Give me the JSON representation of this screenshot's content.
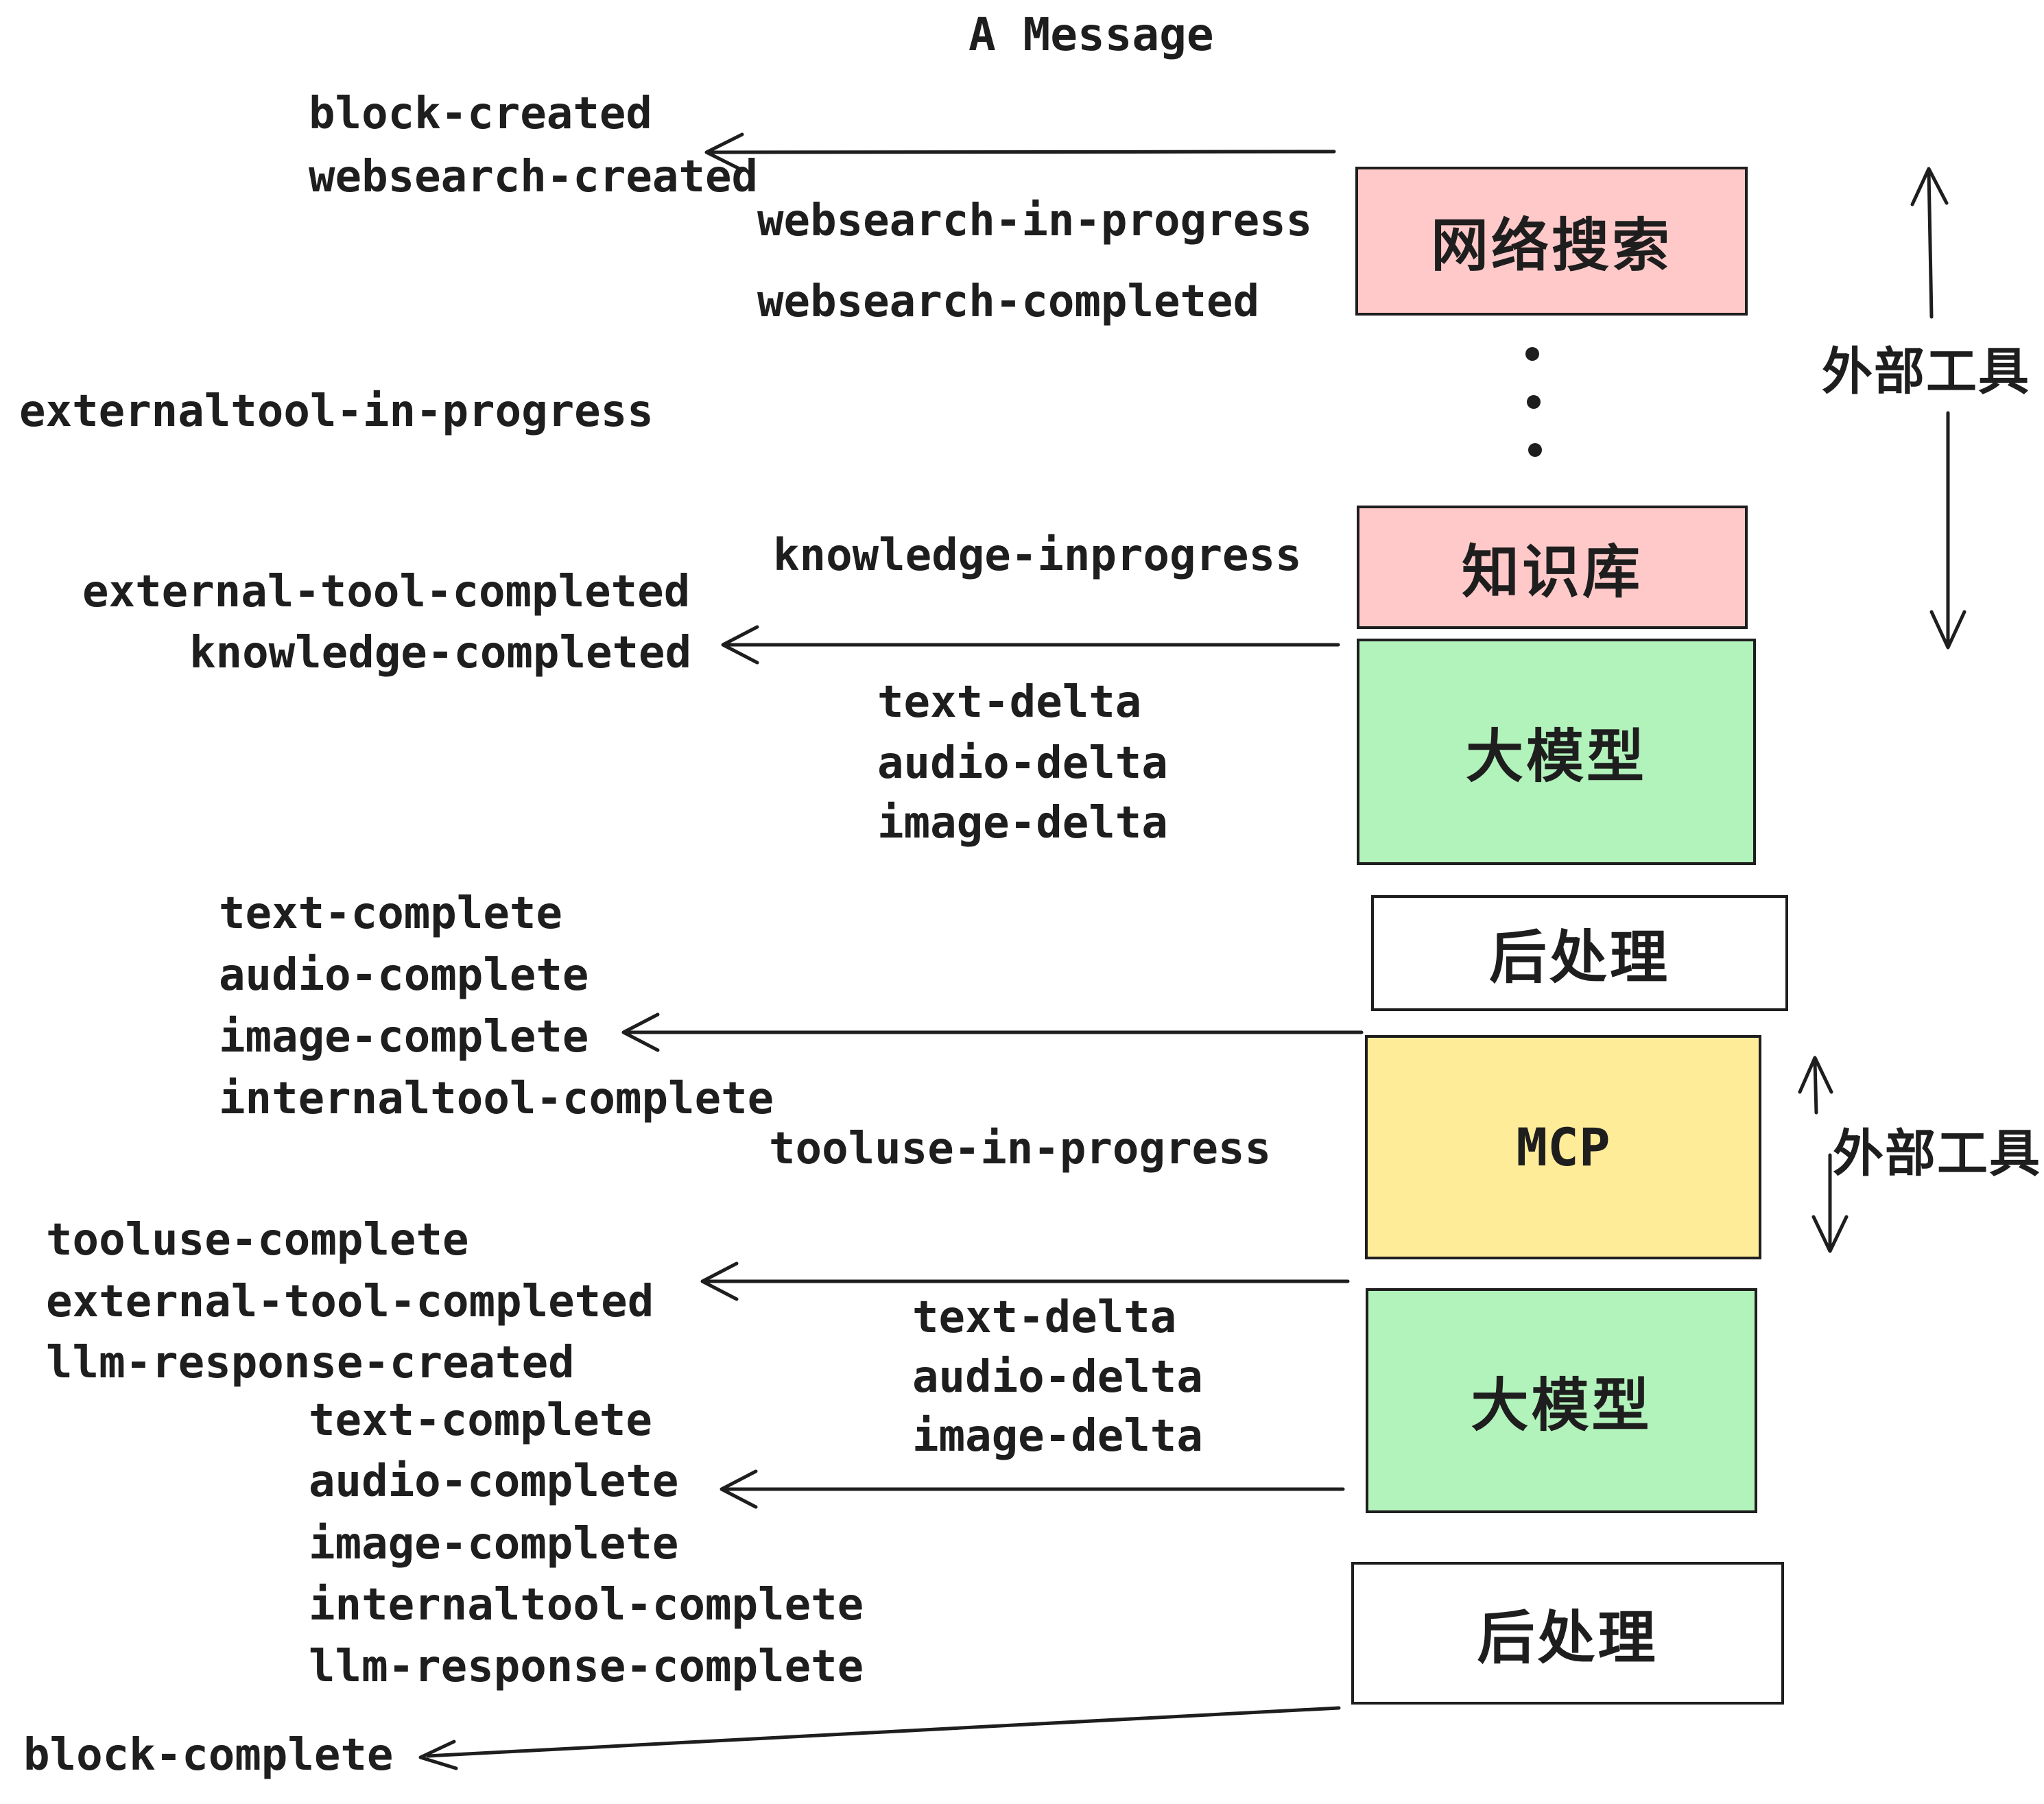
{
  "title": "A Message",
  "event_labels": {
    "block_created": "block-created",
    "websearch_created": "websearch-created",
    "websearch_in_progress": "websearch-in-progress",
    "websearch_completed": "websearch-completed",
    "externaltool_in_progress": "externaltool-in-progress",
    "knowledge_inprogress": "knowledge-inprogress",
    "external_tool_completed": "external-tool-completed",
    "knowledge_completed": "knowledge-completed",
    "text_delta_1": "text-delta",
    "audio_delta_1": "audio-delta",
    "image_delta_1": "image-delta",
    "text_complete_1": "text-complete",
    "audio_complete_1": "audio-complete",
    "image_complete_1": "image-complete",
    "internaltool_complete_1": "internaltool-complete",
    "tooluse_in_progress": "tooluse-in-progress",
    "tooluse_complete": "tooluse-complete",
    "external_tool_completed_2": "external-tool-completed",
    "llm_response_created": "llm-response-created",
    "text_delta_2": "text-delta",
    "audio_delta_2": "audio-delta",
    "image_delta_2": "image-delta",
    "text_complete_2": "text-complete",
    "audio_complete_2": "audio-complete",
    "image_complete_2": "image-complete",
    "internaltool_complete_2": "internaltool-complete",
    "llm_response_complete": "llm-response-complete",
    "block_complete": "block-complete"
  },
  "boxes": {
    "web_search": {
      "label": "网络搜索",
      "fill": "#ffc9c9"
    },
    "knowledge_base": {
      "label": "知识库",
      "fill": "#ffc9c9"
    },
    "llm_1": {
      "label": "大模型",
      "fill": "#b2f2bb"
    },
    "post_process_1": {
      "label": "后处理",
      "fill": "#ffffff"
    },
    "mcp": {
      "label": "MCP",
      "fill": "#ffec99"
    },
    "llm_2": {
      "label": "大模型",
      "fill": "#b2f2bb"
    },
    "post_process_2": {
      "label": "后处理",
      "fill": "#ffffff"
    }
  },
  "annotations": {
    "external_tools_top": "外部工具",
    "external_tools_mid": "外部工具"
  },
  "colors": {
    "pink": "#ffc9c9",
    "green": "#b2f2bb",
    "yellow": "#ffec99",
    "white": "#ffffff",
    "stroke": "#1e1e1e",
    "background": "#ffffff"
  }
}
